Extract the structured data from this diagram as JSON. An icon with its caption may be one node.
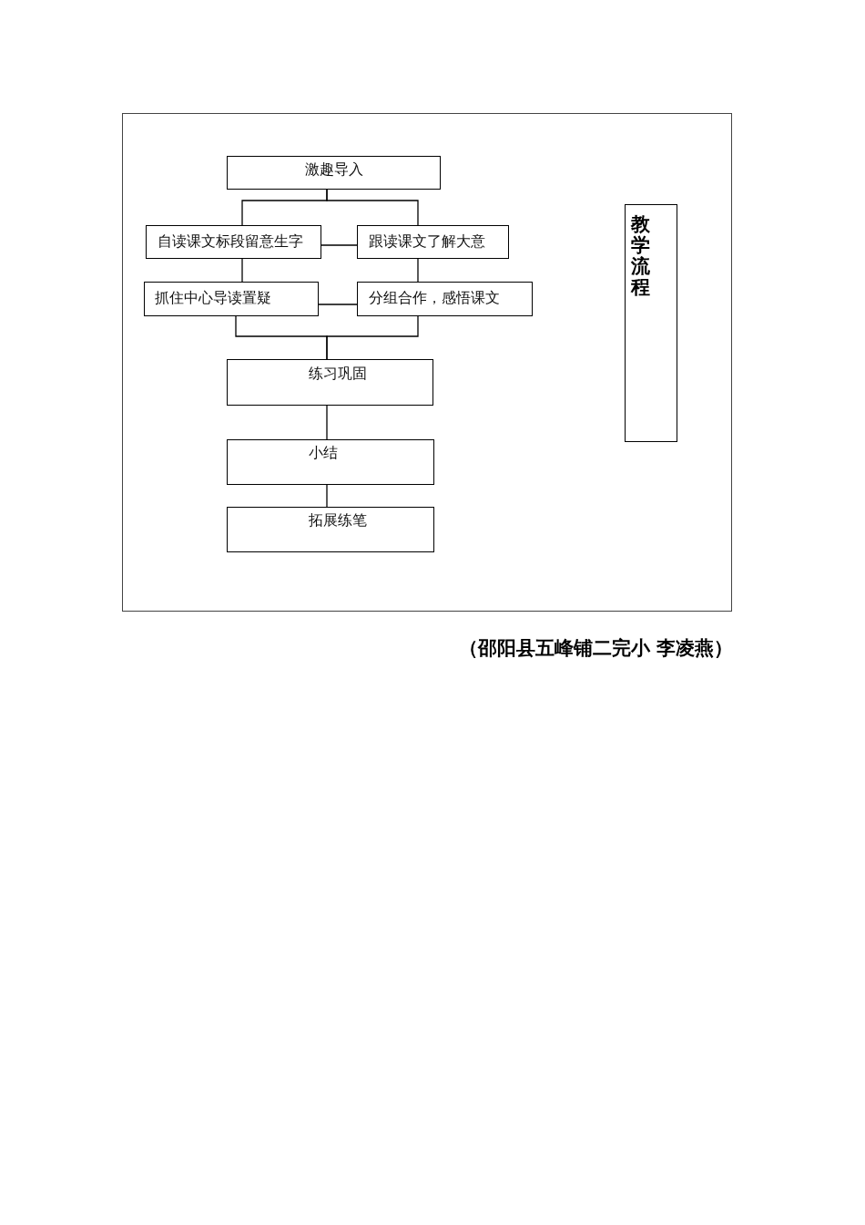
{
  "diagram": {
    "caption": "（邵阳县五峰铺二完小 李凌燕）",
    "nodes": [
      {
        "text": [],
        "shape": "box"
      },
      {
        "text": [
          "激趣导入"
        ],
        "in": 0
      },
      {
        "text": [
          "自读课文标段留意生字"
        ],
        "in": 0
      },
      {
        "text": [
          "跟读课文了解大意"
        ],
        "in": 0
      },
      {
        "text": [
          "抓住中心导读置疑"
        ],
        "in": 0
      },
      {
        "text": [
          "分组合作，感悟课文"
        ],
        "in": 0
      },
      {
        "text": [
          "练习巩固"
        ],
        "in": 0
      },
      {
        "text": [
          "小结"
        ],
        "in": 0
      },
      {
        "text": [
          "拓展练笔"
        ],
        "in": 0
      },
      {
        "text": [
          "教学流程"
        ],
        "in": 0
      }
    ],
    "edges": [
      {
        "from": 1,
        "to": 2,
        "arrow": "none"
      },
      {
        "from": 1,
        "to": 3,
        "arrow": "none"
      },
      {
        "from": 2,
        "to": 3,
        "arrow": "none"
      },
      {
        "from": 2,
        "to": 4,
        "arrow": "none"
      },
      {
        "from": 3,
        "to": 5,
        "arrow": "none"
      },
      {
        "from": 4,
        "to": 5,
        "arrow": "none"
      },
      {
        "from": 4,
        "to": 6,
        "arrow": "none"
      },
      {
        "from": 5,
        "to": 6,
        "arrow": "none"
      },
      {
        "from": 6,
        "to": 7,
        "arrow": "none"
      },
      {
        "from": 7,
        "to": 8,
        "arrow": "none"
      }
    ]
  }
}
